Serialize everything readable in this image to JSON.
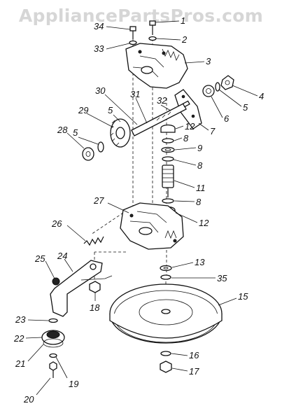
{
  "watermark": "AppliancePartsPros.com",
  "callouts": {
    "c1": "1",
    "c2": "2",
    "c3": "3",
    "c4": "4",
    "c5a": "5",
    "c5b": "5",
    "c5c": "5",
    "c6": "6",
    "c7": "7",
    "c8a": "8",
    "c8b": "8",
    "c8c": "8",
    "c9": "9",
    "c11": "11",
    "c12a": "12",
    "c12b": "12",
    "c13": "13",
    "c15": "15",
    "c16": "16",
    "c17": "17",
    "c18": "18",
    "c19": "19",
    "c20": "20",
    "c21": "21",
    "c22": "22",
    "c23": "23",
    "c24": "24",
    "c25": "25",
    "c26": "26",
    "c27": "27",
    "c28": "28",
    "c29": "29",
    "c30": "30",
    "c31": "31",
    "c32": "32",
    "c33": "33",
    "c34": "34",
    "c35": "35"
  }
}
